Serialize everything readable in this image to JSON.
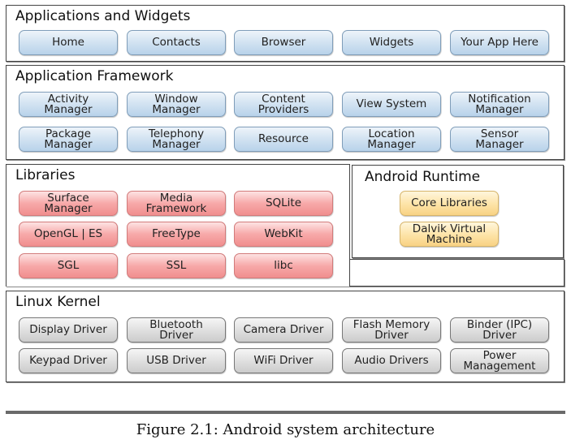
{
  "figure": {
    "caption": "Figure 2.1: Android system architecture"
  },
  "layers": {
    "applications": {
      "title": "Applications and Widgets",
      "items": [
        "Home",
        "Contacts",
        "Browser",
        "Widgets",
        "Your App Here"
      ]
    },
    "framework": {
      "title": "Application Framework",
      "items": [
        "Activity\nManager",
        "Window\nManager",
        "Content\nProviders",
        "View System",
        "Notification\nManager",
        "Package\nManager",
        "Telephony\nManager",
        "Resource",
        "Location\nManager",
        "Sensor\nManager"
      ]
    },
    "libraries": {
      "title": "Libraries",
      "items": [
        "Surface\nManager",
        "Media\nFramework",
        "SQLite",
        "OpenGL | ES",
        "FreeType",
        "WebKit",
        "SGL",
        "SSL",
        "libc"
      ]
    },
    "runtime": {
      "title": "Android Runtime",
      "items": [
        "Core Libraries",
        "Dalvik Virtual\nMachine"
      ]
    },
    "kernel": {
      "title": "Linux Kernel",
      "items": [
        "Display Driver",
        "Bluetooth\nDriver",
        "Camera Driver",
        "Flash Memory\nDriver",
        "Binder (IPC)\nDriver",
        "Keypad Driver",
        "USB Driver",
        "WiFi Driver",
        "Audio Drivers",
        "Power\nManagement"
      ]
    }
  },
  "colors": {
    "applications_fill": "#c9dcee",
    "framework_fill": "#c9dcee",
    "libraries_fill": "#f7a9a9",
    "runtime_fill": "#fde3a6",
    "kernel_fill": "#dedede",
    "border": "#444444"
  }
}
